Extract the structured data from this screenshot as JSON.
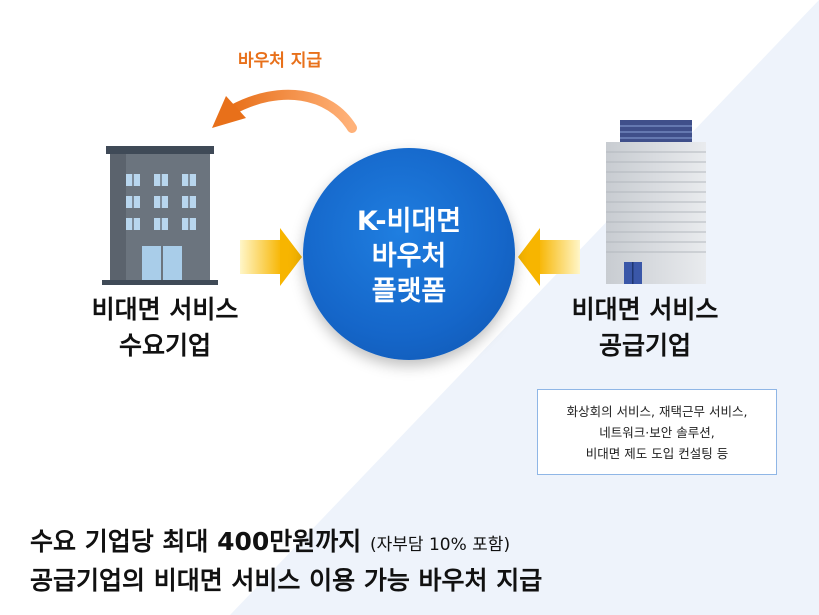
{
  "voucher_arrow_label": "바우처 지급",
  "platform": {
    "title": "K-비대면\n바우처\n플랫폼"
  },
  "demand": {
    "line1": "비대면 서비스",
    "line2": "수요기업"
  },
  "supply": {
    "line1": "비대면 서비스",
    "line2": "공급기업"
  },
  "services": [
    "화상회의 서비스, 재택근무 서비스,",
    "네트워크·보안 솔루션,",
    "비대면 제도 도입 컨설팅 등"
  ],
  "bottom": {
    "line1_main": "수요 기업당 최대 400만원까지 ",
    "line1_note": "(자부담 10% 포함)",
    "line2": "공급기업의 비대면 서비스 이용 가능  바우처 지급"
  },
  "colors": {
    "orange": "#e8701a",
    "platform_blue": "#1566c9",
    "arrow_yellow": "#f7b500",
    "background_tint": "#eef3fb"
  }
}
